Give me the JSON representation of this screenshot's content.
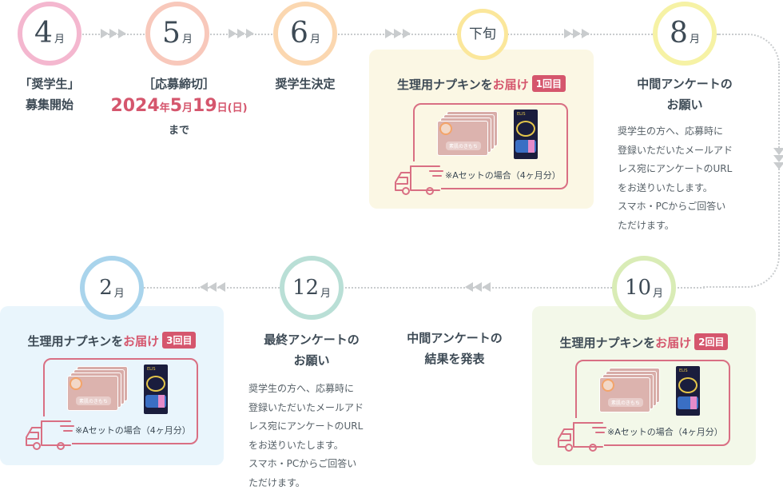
{
  "colors": {
    "accent": "#d5566d",
    "text": "#3d4a55",
    "connector": "#c9ccce",
    "ring_april": "#f4b7cf",
    "ring_may": "#f8c8bb",
    "ring_june": "#fbd7b0",
    "ring_late": "#fbe79b",
    "ring_august": "#f6f2a5",
    "ring_october": "#d9ecb6",
    "ring_december": "#b9dfd6",
    "ring_february": "#a9d4ec",
    "panel_cream": "#fbf7e4",
    "panel_green": "#f3f8e9",
    "panel_blue": "#e9f5fc"
  },
  "steps": {
    "april": {
      "num": "4",
      "unit": "月",
      "line1": "「奨学生」",
      "line2": "募集開始"
    },
    "may": {
      "num": "5",
      "unit": "月",
      "line1": "［応募締切］",
      "year": "2024",
      "year_unit": "年",
      "month": "5",
      "month_unit": "月",
      "day": "19",
      "day_unit": "日",
      "weekday": "(日)",
      "until": "まで"
    },
    "june": {
      "num": "6",
      "unit": "月",
      "line1": "奨学生決定"
    },
    "late": {
      "label": "下旬"
    },
    "august": {
      "num": "8",
      "unit": "月",
      "title1": "中間アンケートの",
      "title2": "お願い",
      "desc": [
        "奨学生の方へ、応募時に",
        "登録いただいたメールアド",
        "レス宛にアンケートのURL",
        "をお送りいたします。",
        "スマホ・PCからご回答い",
        "ただけます。"
      ]
    },
    "october": {
      "num": "10",
      "unit": "月"
    },
    "interim_result": {
      "title1": "中間アンケートの",
      "title2": "結果を発表"
    },
    "december": {
      "num": "12",
      "unit": "月",
      "title1": "最終アンケートの",
      "title2": "お願い",
      "desc": [
        "奨学生の方へ、応募時に",
        "登録いただいたメールアド",
        "レス宛にアンケートのURL",
        "をお送りいたします。",
        "スマホ・PCからご回答い",
        "ただけます。"
      ]
    },
    "february": {
      "num": "2",
      "unit": "月"
    }
  },
  "deliveries": [
    {
      "title": "生理用ナプキンを",
      "highlight": "お届け",
      "badge": "1回目",
      "note": "※Aセットの場合（4ヶ月分）",
      "product_label": "素肌のきもち"
    },
    {
      "title": "生理用ナプキンを",
      "highlight": "お届け",
      "badge": "2回目",
      "note": "※Aセットの場合（4ヶ月分）",
      "product_label": "素肌のきもち"
    },
    {
      "title": "生理用ナプキンを",
      "highlight": "お届け",
      "badge": "3回目",
      "note": "※Aセットの場合（4ヶ月分）",
      "product_label": "素肌のきもち"
    }
  ],
  "icons": {
    "truck": "truck-icon",
    "arrow_right": "triple-arrow-right-icon",
    "arrow_left": "triple-arrow-left-icon",
    "arrow_down": "triple-arrow-down-icon"
  }
}
